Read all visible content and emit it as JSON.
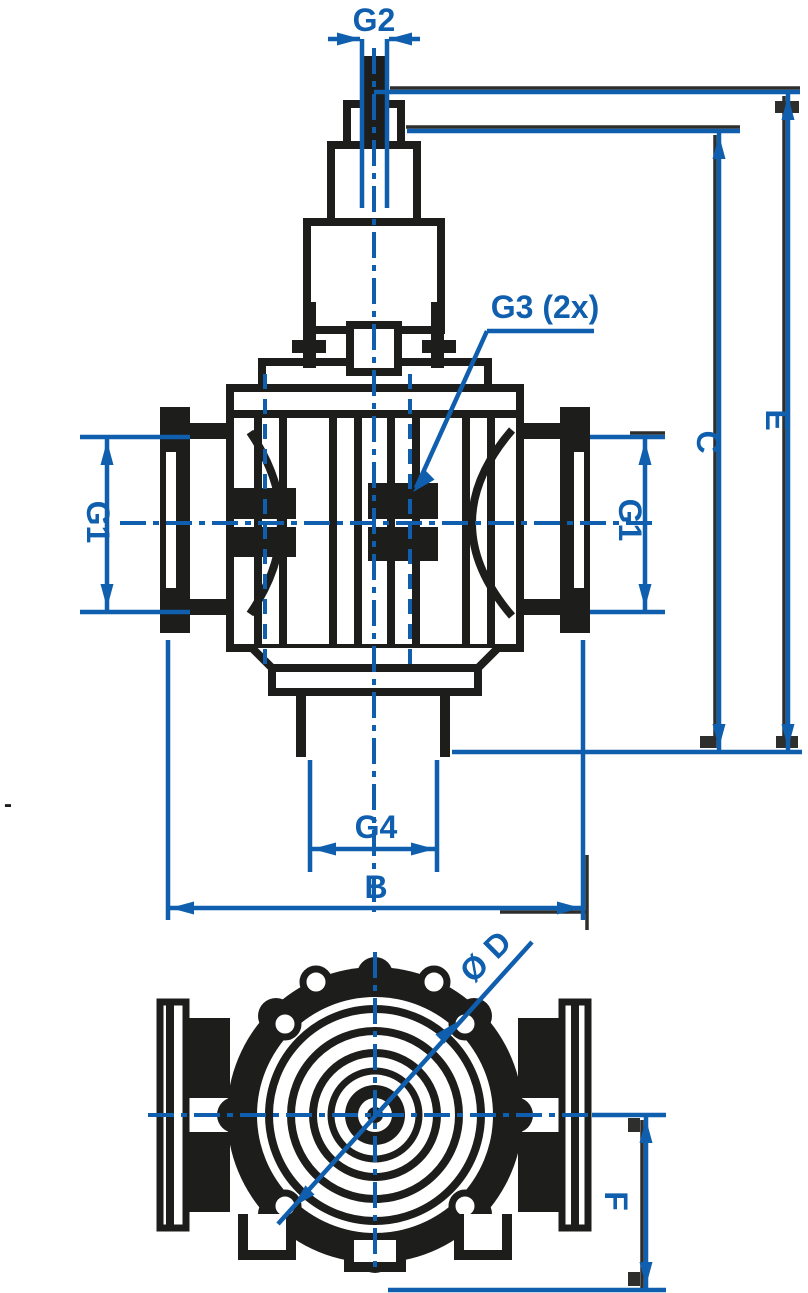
{
  "page": {
    "background": "#ffffff"
  },
  "drawing": {
    "front_view": {
      "labels": {
        "g2": "G2",
        "g3": "G3 (2x)",
        "g1_left": "G1",
        "g1_right": "G1",
        "g4": "G4",
        "b": "B",
        "c": "C",
        "e": "E"
      }
    },
    "bottom_view": {
      "labels": {
        "d": "Ø D",
        "f": "F"
      }
    },
    "margin_mark": "-",
    "colors": {
      "dimension_blue": "#0f5fae",
      "line_black": "#1d1d1b"
    }
  }
}
